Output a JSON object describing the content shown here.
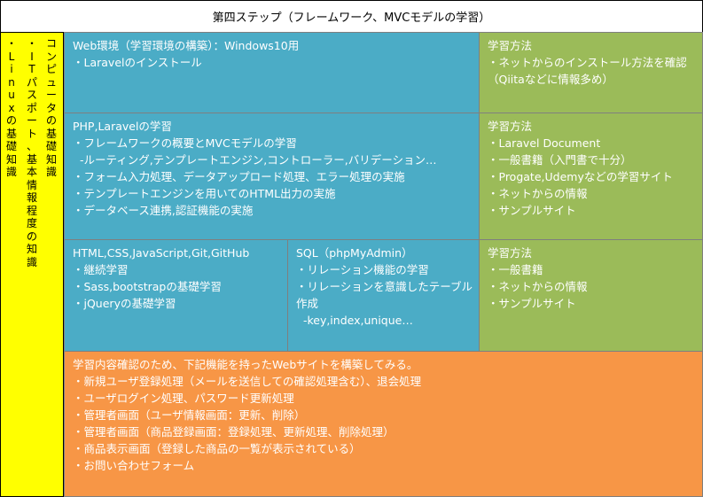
{
  "title": "第四ステップ（フレームワーク、MVCモデルの学習）",
  "left_column": {
    "col1": "・Linuxの基礎知識",
    "col2": "・ITパスポート、基本情報程度の知識",
    "col3": "コンピュータの基礎知識"
  },
  "web_env": {
    "lines": [
      "Web環境（学習環境の構築）：Windows10用",
      "・Laravelのインストール"
    ]
  },
  "web_env_method": {
    "lines": [
      "学習方法",
      "・ネットからのインストール方法を確認",
      "（Qiitaなどに情報多め）"
    ]
  },
  "php": {
    "lines": [
      "PHP,Laravelの学習",
      "・フレームワークの概要とMVCモデルの学習",
      "  -ルーティング,テンプレートエンジン,コントローラー,バリデーション…",
      "・フォーム入力処理、データアップロード処理、エラー処理の実施",
      "・テンプレートエンジンを用いてのHTML出力の実施",
      "・データベース連携,認証機能の実施"
    ]
  },
  "php_method": {
    "lines": [
      "学習方法",
      "・Laravel Document",
      "・一般書籍（入門書で十分）",
      "・Progate,Udemyなどの学習サイト",
      "・ネットからの情報",
      "・サンプルサイト"
    ]
  },
  "html": {
    "lines": [
      "HTML,CSS,JavaScript,Git,GitHub",
      "・継続学習",
      "・Sass,bootstrapの基礎学習",
      "・jQueryの基礎学習"
    ]
  },
  "sql": {
    "lines": [
      "SQL（phpMyAdmin）",
      "・リレーション機能の学習",
      "・リレーションを意識したテーブル",
      "作成",
      "  -key,index,unique…"
    ]
  },
  "html_method": {
    "lines": [
      "学習方法",
      "・一般書籍",
      "・ネットからの情報",
      "・サンプルサイト"
    ]
  },
  "project": {
    "lines": [
      "学習内容確認のため、下記機能を持ったWebサイトを構築してみる。",
      "・新規ユーザ登録処理（メールを送信しての確認処理含む）、退会処理",
      "・ユーザログイン処理、パスワード更新処理",
      "・管理者画面（ユーザ情報画面：更新、削除）",
      "・管理者画面（商品登録画面：登録処理、更新処理、削除処理）",
      "・商品表示画面（登録した商品の一覧が表示されている）",
      "・お問い合わせフォーム"
    ]
  },
  "colors": {
    "blue": "#4bacc6",
    "green": "#9bbb59",
    "orange": "#f79646",
    "yellow": "#ffff00"
  }
}
